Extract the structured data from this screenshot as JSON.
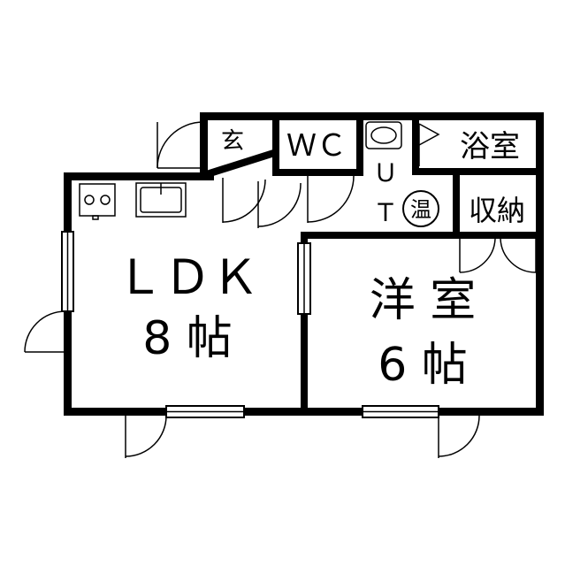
{
  "floor_plan": {
    "rooms": {
      "ldk": {
        "name": "ＬＤＫ",
        "size": "8 帖"
      },
      "western_room": {
        "name": "洋 室",
        "size": "6 帖"
      },
      "entrance": {
        "name": "玄"
      },
      "toilet": {
        "name": "ＷＣ"
      },
      "bathroom": {
        "name": "浴室"
      },
      "utility": {
        "name_line1": "Ｕ",
        "name_line2": "Ｔ"
      },
      "storage": {
        "name": "収納"
      }
    },
    "fixtures": {
      "water_heater": {
        "label": "温"
      },
      "stove": {
        "icon": "two-burner-stove-icon"
      },
      "sink": {
        "icon": "kitchen-sink-icon"
      },
      "wash_basin": {
        "icon": "wash-basin-icon"
      }
    },
    "colors": {
      "wall": "#000000",
      "background": "#ffffff",
      "thin_line": "#000000"
    }
  }
}
